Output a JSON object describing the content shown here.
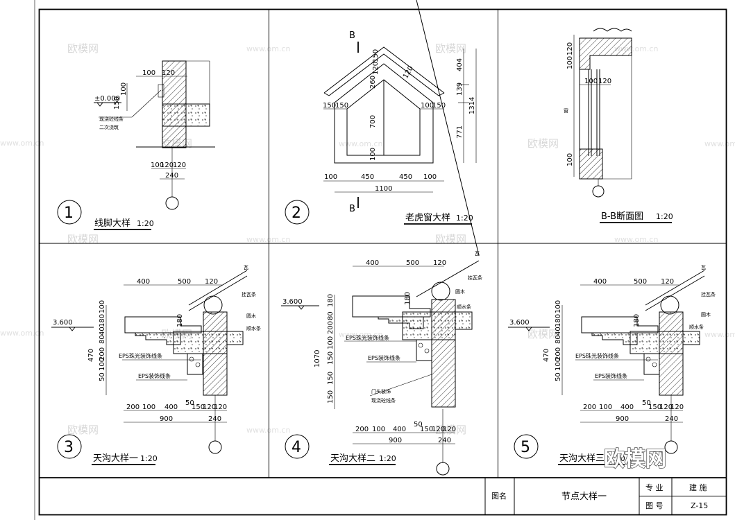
{
  "sheet": {
    "title_label": "图名",
    "title_value": "节点大样一",
    "discipline_label": "专 业",
    "discipline_value": "建 施",
    "drawing_no_label": "图 号",
    "drawing_no_value": "Z-15",
    "logo_text": "欧模网"
  },
  "watermark": {
    "brand": "欧模网",
    "url": "www.om.cn"
  },
  "details": [
    {
      "num": "1",
      "title": "线脚大样",
      "scale": "1:20",
      "level": "±0.000",
      "labels": [
        "现浇砼线条",
        "二次浇筑"
      ],
      "dims": [
        "100",
        "120",
        "150",
        "100",
        "100",
        "120",
        "120",
        "240"
      ]
    },
    {
      "num": "2",
      "title": "老虎窗大样",
      "scale": "1:20",
      "section": "B",
      "dims": [
        "150",
        "120",
        "120",
        "260",
        "700",
        "100",
        "404",
        "139",
        "1314",
        "771",
        "150",
        "150",
        "100",
        "150",
        "100",
        "450",
        "450",
        "100",
        "1100"
      ]
    },
    {
      "num": "",
      "title": "B-B断面图",
      "scale": "1:20",
      "labels": [
        "窗"
      ],
      "dims": [
        "100",
        "120",
        "100",
        "120",
        "100"
      ]
    },
    {
      "num": "3",
      "title": "天沟大样一",
      "scale": "1:20",
      "level": "3.600",
      "labels": [
        "瓦",
        "挂瓦条",
        "圆木",
        "顺水条",
        "EPS珠光装饰线条",
        "EPS装饰线条"
      ],
      "dims": [
        "400",
        "500",
        "120",
        "100",
        "180",
        "180",
        "40",
        "80",
        "200",
        "100",
        "470",
        "50",
        "200",
        "100",
        "400",
        "50",
        "150",
        "120",
        "120",
        "900",
        "240"
      ]
    },
    {
      "num": "4",
      "title": "天沟大样二",
      "scale": "1:20",
      "level": "3.600",
      "labels": [
        "瓦",
        "挂瓦条",
        "圆木",
        "顺水条",
        "EPS珠光装饰线条",
        "EPS装饰线条",
        "门头装饰",
        "现浇砼线条"
      ],
      "dims": [
        "400",
        "500",
        "120",
        "180",
        "180",
        "80",
        "200",
        "100",
        "150",
        "150",
        "150",
        "1070",
        "200",
        "100",
        "400",
        "50",
        "150",
        "120",
        "120",
        "900",
        "240"
      ]
    },
    {
      "num": "5",
      "title": "天沟大样三",
      "scale": "1:20",
      "level": "3.600",
      "labels": [
        "瓦",
        "挂瓦条",
        "圆木",
        "顺水条",
        "EPS珠光装饰线条",
        "EPS装饰线条"
      ],
      "dims": [
        "400",
        "500",
        "120",
        "100",
        "180",
        "180",
        "40",
        "80",
        "200",
        "100",
        "470",
        "50",
        "200",
        "100",
        "400",
        "50",
        "150",
        "120",
        "120",
        "900",
        "240"
      ]
    }
  ]
}
